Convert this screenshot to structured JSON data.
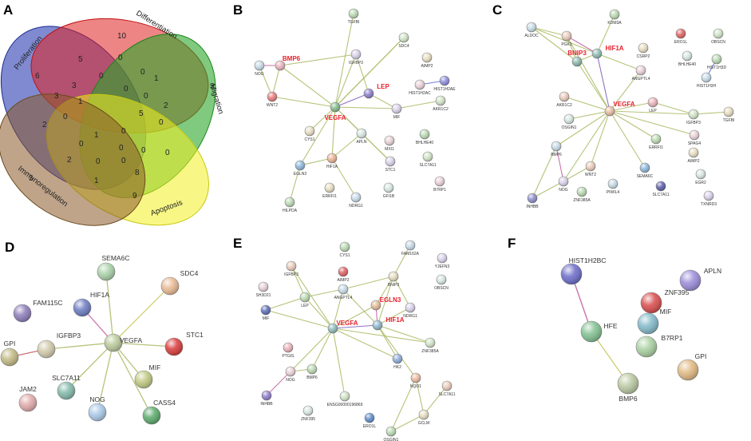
{
  "panel_labels": [
    "A",
    "B",
    "C",
    "D",
    "E",
    "F"
  ],
  "venn": {
    "sets": [
      {
        "name": "Proliferation",
        "color": "#2a3cb0"
      },
      {
        "name": "Differentiation",
        "color": "#e02020"
      },
      {
        "name": "Migration",
        "color": "#2aa62a"
      },
      {
        "name": "Apoptosis",
        "color": "#f2f020"
      },
      {
        "name": "Immunoregulation",
        "color": "#8a5a2a"
      }
    ],
    "counts": [
      "10",
      "6",
      "5",
      "0",
      "0",
      "1",
      "3",
      "3",
      "0",
      "1",
      "0",
      "2",
      "0",
      "5",
      "0",
      "3",
      "2",
      "0",
      "1",
      "0",
      "0",
      "0",
      "0",
      "2",
      "0",
      "0",
      "0",
      "8",
      "9",
      "3",
      "1"
    ]
  },
  "networks": {
    "B": {
      "highlight": [
        "BMP6",
        "LEP",
        "VEGFA"
      ],
      "nodes": [
        "TGFBI",
        "NOG",
        "BMP6",
        "IGFBP3",
        "SDC4",
        "AIMP2",
        "HIST1H2AE",
        "HIST1H2AC",
        "WNT2",
        "LEP",
        "VEGFA",
        "MIF",
        "AKR1C2",
        "CYS1",
        "APLN",
        "MXI1",
        "BHLHE40",
        "HIF1A",
        "EGLN3",
        "STC1",
        "SLC7A11",
        "ERRFI1",
        "GFI1B",
        "B7RP1",
        "HILPDA",
        "NDRG1"
      ]
    },
    "C": {
      "highlight": [
        "HIF1A",
        "BNIP3",
        "VEGFA"
      ],
      "nodes": [
        "KDM3A",
        "ALDOC",
        "PGK1",
        "ERO1L",
        "OBSCN",
        "CSRP2",
        "BHLHE40",
        "ANGPTL4",
        "HIST1H3D",
        "HIST1H3H",
        "AKR1C2",
        "LEP",
        "IGFBP3",
        "TGFBI",
        "OSGIN1",
        "SPAG4",
        "ERRFI1",
        "BMP6",
        "WNT2",
        "NOG",
        "SEMA6C",
        "AIMP2",
        "EGR2",
        "INHBB",
        "ZNF385A",
        "PIWIL4",
        "SLC7A11",
        "TXNRD3",
        "HIF1A",
        "BNIP3",
        "VEGFA"
      ]
    },
    "D": {
      "nodes": [
        "SEMA6C",
        "SDC4",
        "FAM115C",
        "HIF1A",
        "IGFBP3",
        "VEGFA",
        "STC1",
        "GPI",
        "SLC7A11",
        "MIF",
        "JAM2",
        "NOG",
        "CASS4"
      ]
    },
    "E": {
      "highlight": [
        "EGLN3",
        "VEGFA",
        "HIF1A"
      ],
      "nodes": [
        "CYS1",
        "FAM162A",
        "IGFBP3",
        "YJEFN3",
        "AIMP2",
        "BNIP3",
        "OBSCN",
        "SH3D21",
        "LEP",
        "ANGPTL4",
        "MIF",
        "NDRG1",
        "ZNF385A",
        "PTGIS",
        "HK2",
        "NOG",
        "BMP6",
        "NQO1",
        "SLC7A11",
        "INHBB",
        "ENSG00000196869",
        "GCLM",
        "ZNF395",
        "ERO1L",
        "OSGIN1",
        "EGLN3",
        "VEGFA",
        "HIF1A"
      ]
    },
    "F": {
      "nodes": [
        "HIST1H2BC",
        "APLN",
        "ZNF395",
        "MIF",
        "HFE",
        "B7RP1",
        "BMP6",
        "GPI"
      ]
    }
  }
}
